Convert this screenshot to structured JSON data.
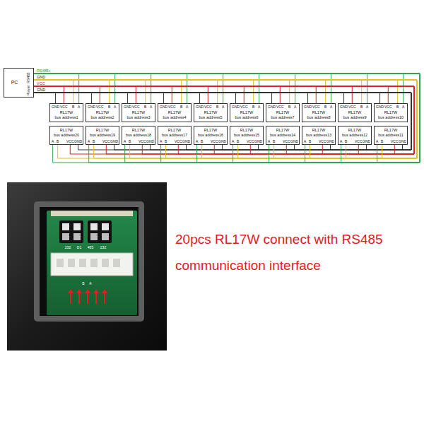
{
  "diagram": {
    "nodes": [
      {
        "text": [
          "PC"
        ]
      },
      {
        "text": [
          "RL17W",
          "bus address1"
        ]
      },
      {
        "text": [
          "RL17W",
          "bus address2"
        ]
      },
      {
        "text": [
          "RL17W",
          "bus address3"
        ]
      },
      {
        "text": [
          "RL17W",
          "bus address4"
        ]
      },
      {
        "text": [
          "RL17W",
          "bus address5"
        ]
      },
      {
        "text": [
          "RL17W",
          "bus address6"
        ]
      },
      {
        "text": [
          "RL17W",
          "bus address7"
        ]
      },
      {
        "text": [
          "RL17W",
          "bus address8"
        ]
      },
      {
        "text": [
          "RL17W",
          "bus address9"
        ]
      },
      {
        "text": [
          "RL17W",
          "bus address10"
        ]
      },
      {
        "text": [
          "RL17W",
          "bus address20"
        ]
      },
      {
        "text": [
          "RL17W",
          "bus address19"
        ]
      },
      {
        "text": [
          "RL17W",
          "bus address18"
        ]
      },
      {
        "text": [
          "RL17W",
          "bus address17"
        ]
      },
      {
        "text": [
          "RL17W",
          "bus address16"
        ]
      },
      {
        "text": [
          "RL17W",
          "bus address15"
        ]
      },
      {
        "text": [
          "RL17W",
          "bus address14"
        ]
      },
      {
        "text": [
          "RL17W",
          "bus address13"
        ]
      },
      {
        "text": [
          "RL17W",
          "bus address12"
        ]
      },
      {
        "text": [
          "RL17W",
          "bus address11"
        ]
      }
    ],
    "edges": [
      {
        "from": 0,
        "to": 1,
        "arrow": "none"
      },
      {
        "from": 0,
        "to": 2,
        "arrow": "none"
      },
      {
        "from": 0,
        "to": 3,
        "arrow": "none"
      },
      {
        "from": 0,
        "to": 4,
        "arrow": "none"
      },
      {
        "from": 0,
        "to": 5,
        "arrow": "none"
      },
      {
        "from": 0,
        "to": 6,
        "arrow": "none"
      },
      {
        "from": 0,
        "to": 7,
        "arrow": "none"
      },
      {
        "from": 0,
        "to": 8,
        "arrow": "none"
      },
      {
        "from": 0,
        "to": 9,
        "arrow": "none"
      },
      {
        "from": 0,
        "to": 10,
        "arrow": "none"
      },
      {
        "from": 0,
        "to": 11,
        "arrow": "none"
      },
      {
        "from": 0,
        "to": 12,
        "arrow": "none"
      },
      {
        "from": 0,
        "to": 13,
        "arrow": "none"
      },
      {
        "from": 0,
        "to": 14,
        "arrow": "none"
      },
      {
        "from": 0,
        "to": 15,
        "arrow": "none"
      },
      {
        "from": 0,
        "to": 16,
        "arrow": "none"
      },
      {
        "from": 0,
        "to": 17,
        "arrow": "none"
      },
      {
        "from": 0,
        "to": 18,
        "arrow": "none"
      },
      {
        "from": 0,
        "to": 19,
        "arrow": "none"
      },
      {
        "from": 0,
        "to": 20,
        "arrow": "none"
      }
    ],
    "labels": [
      "RS485",
      "Power",
      "RS485+",
      "GND",
      "VCC",
      "GND",
      "GND",
      "VCC",
      "B",
      "A",
      "GND",
      "VCC",
      "B",
      "A",
      "GND",
      "VCC",
      "B",
      "A",
      "GND",
      "VCC",
      "B",
      "A",
      "GND",
      "VCC",
      "B",
      "A",
      "GND",
      "VCC",
      "B",
      "A",
      "GND",
      "VCC",
      "B",
      "A",
      "GND",
      "VCC",
      "B",
      "A",
      "GND",
      "VCC",
      "B",
      "A",
      "GND",
      "VCC",
      "B",
      "A",
      "A",
      "B",
      "VCC",
      "GND",
      "A",
      "B",
      "VCC",
      "GND",
      "A",
      "B",
      "VCC",
      "GND",
      "A",
      "B",
      "VCC",
      "GND",
      "A",
      "B",
      "VCC",
      "GND",
      "A",
      "B",
      "VCC",
      "GND",
      "A",
      "B",
      "VCC",
      "GND",
      "A",
      "B",
      "VCC",
      "GND",
      "A",
      "B",
      "VCC",
      "GND",
      "A",
      "B",
      "VCC",
      "GND",
      "232",
      "D1",
      "485",
      "232",
      "B",
      "A",
      "20pcs RL17W connect with RS485 communication interface"
    ]
  }
}
